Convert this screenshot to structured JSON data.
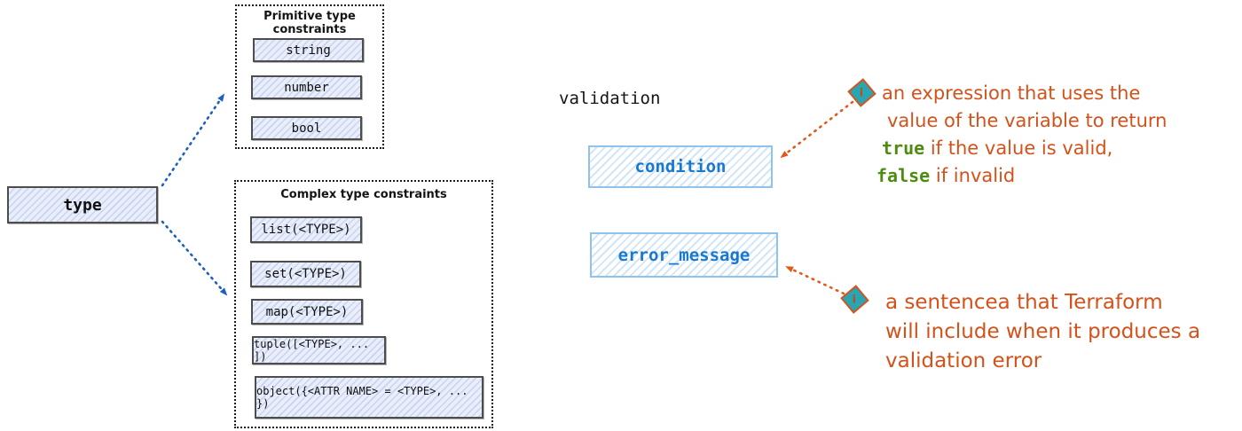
{
  "type_section": {
    "type_label": "type",
    "primitive": {
      "title": "Primitive type constraints",
      "items": [
        "string",
        "number",
        "bool"
      ]
    },
    "complex": {
      "title": "Complex type constraints",
      "items": [
        "list(<TYPE>)",
        "set(<TYPE>)",
        "map(<TYPE>)",
        "tuple([<TYPE>, ... ])",
        "object({<ATTR NAME> = <TYPE>, ... })"
      ]
    }
  },
  "validation_section": {
    "title": "validation",
    "fields": [
      {
        "label": "condition"
      },
      {
        "label": "error_message"
      }
    ],
    "annotations": [
      {
        "icon": "info-diamond-icon",
        "line1": "an expression that uses the",
        "line2": "value of the variable to return",
        "line3_code": "true",
        "line3_text": " if the value is valid,",
        "line4_code": "false",
        "line4_text": " if invalid"
      },
      {
        "icon": "info-diamond-icon",
        "line1": "a sentencea that Terraform",
        "line2": "will include when it produces a",
        "line3": "validation error"
      }
    ],
    "diamond_glyph": "i"
  },
  "colors": {
    "arrow_blue": "#1d60bc",
    "arrow_orange": "#e2591a",
    "dark_box_border": "#4d4d4d",
    "box_fill_light": "#e9eefa",
    "box_hatch": "#c7d4f0",
    "blue_box_border": "#8fc3ec",
    "blue_box_text": "#1878d0",
    "handwriting_orange": "#d4511a",
    "code_green": "#4e8c10",
    "diamond_teal": "#29a6b4"
  }
}
